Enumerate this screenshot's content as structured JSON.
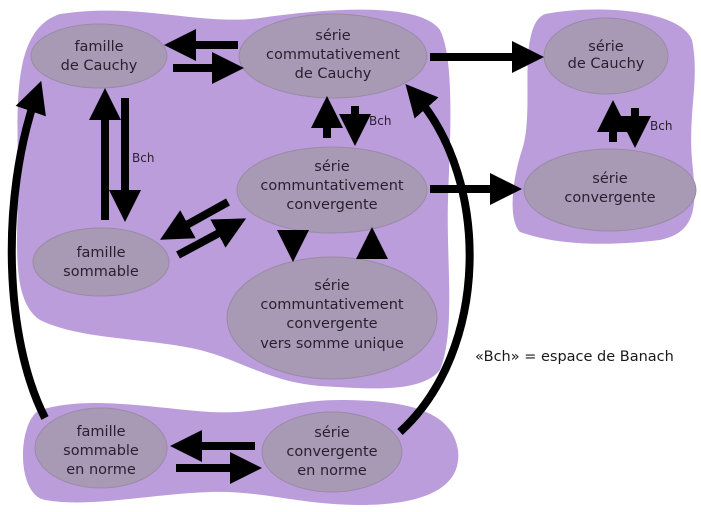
{
  "colors": {
    "region": "#bb9ddb",
    "node_fill": "#a899b4",
    "node_stroke": "#9a8aa6",
    "arrow": "#000000"
  },
  "nodes": {
    "famille_cauchy": [
      "famille",
      "de Cauchy"
    ],
    "serie_comm_cauchy": [
      "série",
      "commutativement",
      "de Cauchy"
    ],
    "serie_comm_conv": [
      "série",
      "communtativement",
      "convergente"
    ],
    "famille_sommable": [
      "famille",
      "sommable"
    ],
    "serie_comm_conv_unique": [
      "série",
      "communtativement",
      "convergente",
      "vers somme unique"
    ],
    "serie_cauchy": [
      "série",
      "de Cauchy"
    ],
    "serie_convergente": [
      "série",
      "convergente"
    ],
    "famille_sommable_norme": [
      "famille",
      "sommable",
      "en norme"
    ],
    "serie_conv_norme": [
      "série",
      "convergente",
      "en norme"
    ]
  },
  "labels": {
    "bch_left": "Bch",
    "bch_middle": "Bch",
    "bch_right": "Bch"
  },
  "legend": "«Bch» = espace de Banach"
}
